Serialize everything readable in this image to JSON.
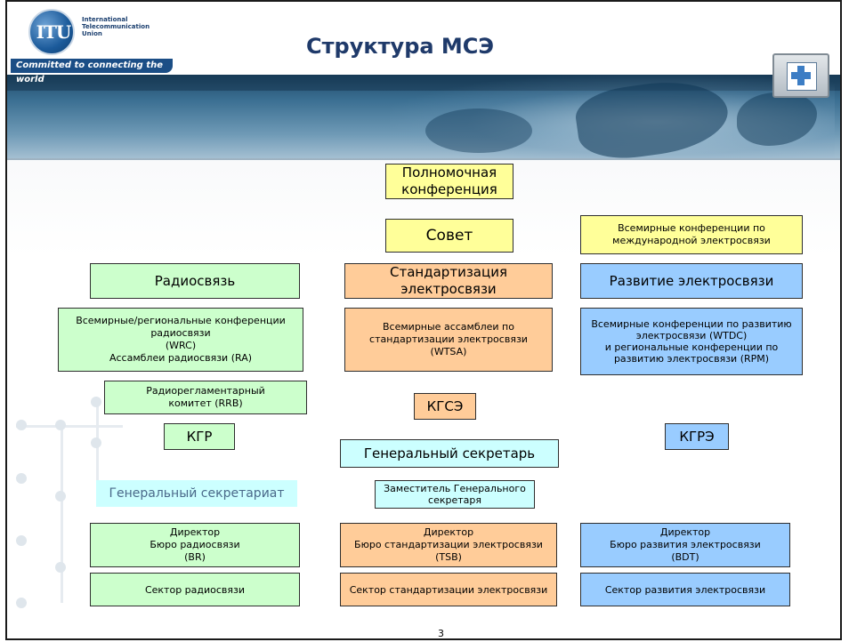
{
  "title": "Структура МСЭ",
  "logo": {
    "letters": "ITU",
    "org_name": "International\nTelecommunication\nUnion",
    "tagline": "Committed to connecting the world"
  },
  "boxes": {
    "plenipotentiary": "Полномочная конференция",
    "council": "Совет",
    "wctc": "Всемирные конференции по международной электросвязи",
    "radio": "Радиосвязь",
    "standardization": "Стандартизация электросвязи",
    "development": "Развитие электросвязи",
    "wrc": "Всемирные/региональные конференции радиосвязи\n(WRC)\nАссамблеи радиосвязи (RA)",
    "wtsa": "Всемирные ассамблеи по стандартизации электросвязи\n(WTSA)",
    "wtdc": "Всемирные конференции по развитию электросвязи (WTDC)\nи региональные конференции по развитию электросвязи (RPM)",
    "rrb": "Радиорегламентарный комитет (RRB)",
    "kgse": "КГСЭ",
    "kgr": "КГР",
    "kgre": "КГРЭ",
    "secretary_general": "Генеральный секретарь",
    "general_secretariat": "Генеральный секретариат",
    "deputy_sg": "Заместитель Генерального секретаря",
    "dir_br": "Директор\nБюро радиосвязи\n(BR)",
    "dir_tsb": "Директор\nБюро стандартизации электросвязи\n(TSB)",
    "dir_bdt": "Директор\nБюро развития электросвязи\n(BDT)",
    "sector_radio": "Сектор радиосвязи",
    "sector_std": "Сектор стандартизации электросвязи",
    "sector_dev": "Сектор развития электросвязи"
  },
  "page_number": "3",
  "colors": {
    "yellow": "#ffff99",
    "green": "#ccffcc",
    "orange": "#ffcc99",
    "blue": "#99ccff",
    "cyan": "#ccffff",
    "title": "#1f3a6a"
  }
}
